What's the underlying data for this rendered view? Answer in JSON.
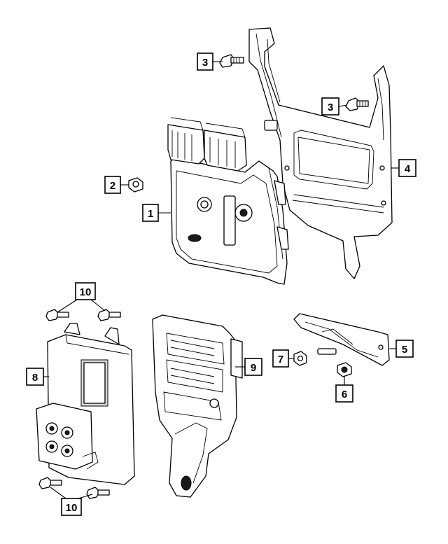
{
  "callouts": [
    {
      "id": "c1",
      "label": "1"
    },
    {
      "id": "c2",
      "label": "2"
    },
    {
      "id": "c3a",
      "label": "3"
    },
    {
      "id": "c3b",
      "label": "3"
    },
    {
      "id": "c4",
      "label": "4"
    },
    {
      "id": "c5",
      "label": "5"
    },
    {
      "id": "c6",
      "label": "6"
    },
    {
      "id": "c7",
      "label": "7"
    },
    {
      "id": "c8",
      "label": "8"
    },
    {
      "id": "c9",
      "label": "9"
    },
    {
      "id": "c10a",
      "label": "10"
    },
    {
      "id": "c10b",
      "label": "10"
    }
  ],
  "colors": {
    "line": "#000000",
    "background": "#ffffff"
  }
}
